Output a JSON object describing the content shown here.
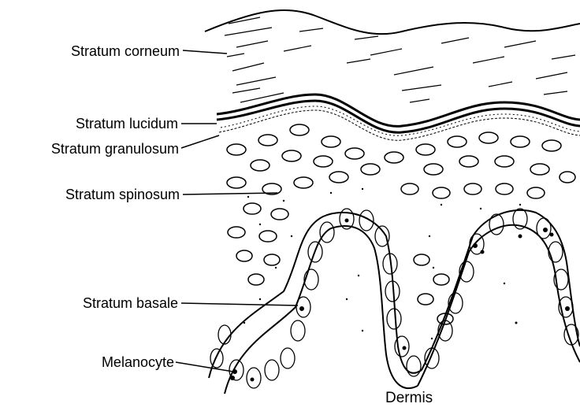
{
  "figure": {
    "labels": {
      "stratum_corneum": "Stratum corneum",
      "stratum_lucidum": "Stratum lucidum",
      "stratum_granulosum": "Stratum granulosum",
      "stratum_spinosum": "Stratum spinosum",
      "stratum_basale": "Stratum basale",
      "melanocyte": "Melanocyte",
      "dermis": "Dermis"
    },
    "colors": {
      "ink": "#000000",
      "paper": "#ffffff"
    }
  }
}
